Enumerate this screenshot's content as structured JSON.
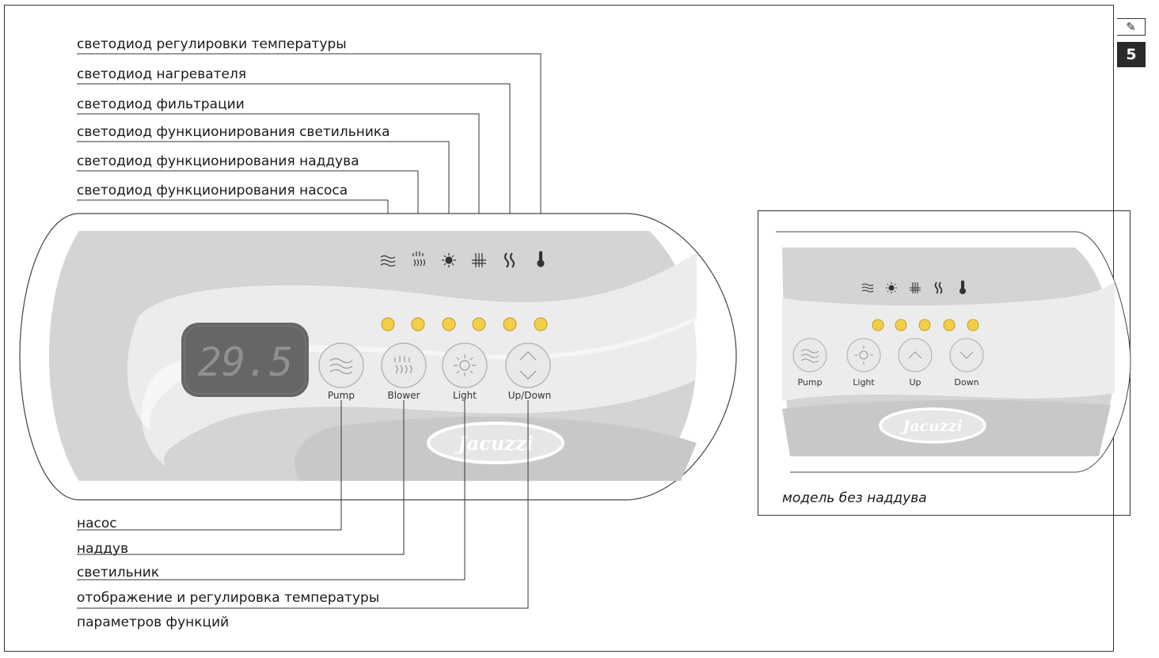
{
  "page": {
    "chapter": "5",
    "pencil_icon": "pencil-icon"
  },
  "callouts_top": [
    "светодиод регулировки температуры",
    "светодиод нагревателя",
    "светодиод фильтрации",
    "светодиод функционирования светильника",
    "светодиод функционирования наддува",
    "светодиод функционирования насоса"
  ],
  "callouts_bottom": [
    "насос",
    "наддув",
    "светильник",
    "отображение и регулировка температуры",
    "параметров функций"
  ],
  "panel": {
    "display": "29.5",
    "brand": "Jacuzzi",
    "buttons": [
      "Pump",
      "Blower",
      "Light",
      "Up/Down"
    ],
    "status_icons": [
      "pump-icon",
      "blower-icon",
      "light-icon",
      "filter-icon",
      "heater-icon",
      "thermometer-icon"
    ],
    "led_color": "#f2cf4a"
  },
  "inset": {
    "caption": "модель без наддува",
    "brand": "Jacuzzi",
    "buttons": [
      "Pump",
      "Light",
      "Up",
      "Down"
    ],
    "status_icons": [
      "pump-icon",
      "light-icon",
      "filter-icon",
      "heater-icon",
      "thermometer-icon"
    ]
  }
}
